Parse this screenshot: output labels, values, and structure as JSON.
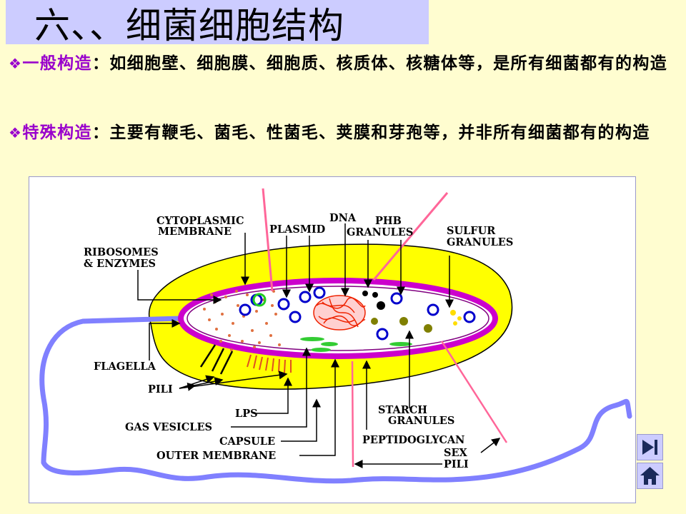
{
  "title": "六、、细菌细胞结构",
  "sections": [
    {
      "bullet": "❖",
      "term": "一般构造",
      "text": "：如细胞壁、细胞膜、细胞质、核质体、核糖体等，是所有细菌都有的构造"
    },
    {
      "bullet": "❖",
      "term": "特殊构造",
      "text": "：主要有鞭毛、菌毛、性菌毛、荚膜和芽孢等，并非所有细菌都有的构造"
    }
  ],
  "diagram_labels": {
    "cytoplasmic_1": "CYTOPLASMIC",
    "cytoplasmic_2": "MEMBRANE",
    "plasmid": "PLASMID",
    "dna": "DNA",
    "phb_1": "PHB",
    "phb_2": "GRANULES",
    "sulfur_1": "SULFUR",
    "sulfur_2": "GRANULES",
    "ribosomes_1": "RIBOSOMES",
    "ribosomes_2": "& ENZYMES",
    "flagella": "FLAGELLA",
    "pili": "PILI",
    "lps": "LPS",
    "gas_vesicles": "GAS VESICLES",
    "capsule": "CAPSULE",
    "outer_membrane": "OUTER MEMBRANE",
    "starch_1": "STARCH",
    "starch_2": "GRANULES",
    "peptidoglycan": "PEPTIDOGLYCAN",
    "sex_1": "SEX",
    "sex_2": "PILI"
  },
  "colors": {
    "background": "#fffdd0",
    "title_bar": "#ccccff",
    "accent": "#9900cc",
    "capsule": "#ffff00",
    "cell_wall": "#cc00cc",
    "flagellum": "#8080ff",
    "sex_pili": "#ff6699"
  },
  "nav": {
    "next_icon": "next-slide-icon",
    "home_icon": "home-icon"
  }
}
